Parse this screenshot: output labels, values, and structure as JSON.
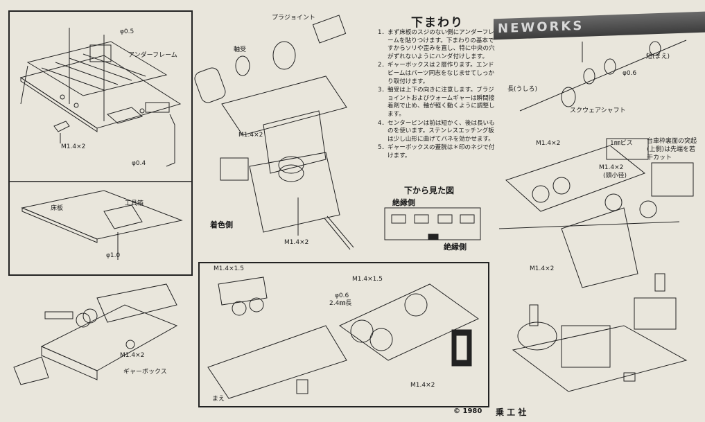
{
  "section_title": "下まわり",
  "steps": [
    "1．まず床板のスジのない側にアンダーフレームを貼りつけます。下まわりの基本ですからソリや歪みを直し、特に中央の穴がずれないようにハンダ付けします。",
    "2．ギャーボックスは２層作ります。エンドビームはパーツ同志をなじませてしっかり取付けます。",
    "3．軸受は上下の向きに注意します。ブラジョイントおよびウォームギャーは瞬間接着剤で止め、軸が軽く動くように調整します。",
    "4．センターピンは前は短かく、後は長いものを使います。ステンレスエッチング板は少し山形に曲げてバネを効かせます。",
    "5．ギャーボックスの蓋脱は＊印のネジで付けます。"
  ],
  "bottom_view_title": "下から見た図",
  "insulated_top": "絶縁側",
  "insulated_bottom": "絶縁側",
  "copyright": "© 1980",
  "publisher": "乗 工 社",
  "banner_text": "NEWORKS",
  "labels": {
    "wire05": "φ0.5",
    "underframe": "アンダーフレーム",
    "screw_tl": "M1.4×2",
    "wire04": "φ0.4",
    "floor": "床板",
    "toolbox": "工具箱",
    "wire10": "φ1.0",
    "gearbox_screw": "M1.4×2",
    "gearbox": "ギャーボックス",
    "plajoint": "プラジョイント",
    "bearing": "軸受",
    "screw_mid1": "M1.4×2",
    "colored_side": "着色側",
    "screw_mid2": "M1.4×2",
    "short_front": "短(まえ)",
    "long_rear": "長(うしろ)",
    "wire06": "φ0.6",
    "square_shaft": "スクウェアシャフト",
    "screw_r1": "M1.4×2",
    "bis1mm": "1㎜ビス",
    "screw_r2": "M1.4×2",
    "small_head": "(頭小径)",
    "bogie_note1": "台車枠裏面の突起",
    "bogie_note2": "(上側)は先端を若",
    "bogie_note3": "干カット",
    "screw_r3": "M1.4×2",
    "screw_b1": "M1.4×1.5",
    "screw_b2": "M1.4×1.5",
    "wire06b": "φ0.6",
    "len24": "2.4㎜長",
    "front": "まえ",
    "screw_b3": "M1.4×2"
  }
}
